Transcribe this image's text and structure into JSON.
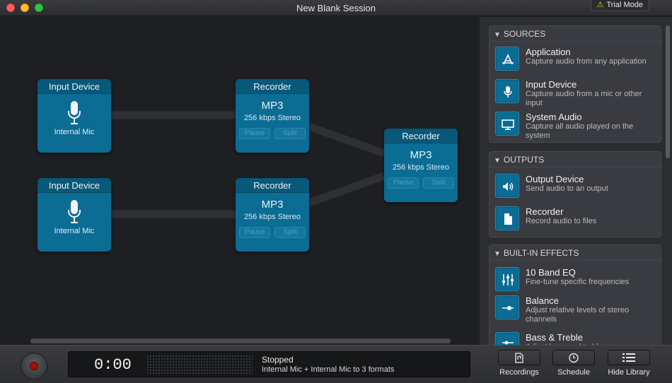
{
  "window": {
    "title": "New Blank Session",
    "trial_badge": "Trial Mode"
  },
  "canvas": {
    "nodes": {
      "input1": {
        "header": "Input Device",
        "label": "Internal Mic"
      },
      "input2": {
        "header": "Input Device",
        "label": "Internal Mic"
      },
      "recorder1": {
        "header": "Recorder",
        "format": "MP3",
        "bitrate": "256 kbps Stereo",
        "pause": "Pause",
        "split": "Split"
      },
      "recorder2": {
        "header": "Recorder",
        "format": "MP3",
        "bitrate": "256 kbps Stereo",
        "pause": "Pause",
        "split": "Split"
      },
      "recorder3": {
        "header": "Recorder",
        "format": "MP3",
        "bitrate": "256 kbps Stereo",
        "pause": "Pause",
        "split": "Split"
      }
    }
  },
  "library": {
    "sources": {
      "title": "SOURCES",
      "items": [
        {
          "title": "Application",
          "desc": "Capture audio from any application",
          "icon": "app-store-icon"
        },
        {
          "title": "Input Device",
          "desc": "Capture audio from a mic or other input",
          "icon": "microphone-icon"
        },
        {
          "title": "System Audio",
          "desc": "Capture all audio played on the system",
          "icon": "monitor-icon"
        }
      ]
    },
    "outputs": {
      "title": "OUTPUTS",
      "items": [
        {
          "title": "Output Device",
          "desc": "Send audio to an output",
          "icon": "speaker-icon"
        },
        {
          "title": "Recorder",
          "desc": "Record audio to files",
          "icon": "document-icon"
        }
      ]
    },
    "effects": {
      "title": "BUILT-IN EFFECTS",
      "items": [
        {
          "title": "10 Band EQ",
          "desc": "Fine-tune specific frequencies",
          "icon": "eq-sliders-icon"
        },
        {
          "title": "Balance",
          "desc": "Adjust relative levels of stereo channels",
          "icon": "balance-slider-icon"
        },
        {
          "title": "Bass & Treble",
          "desc": "Adjust bass and treble",
          "icon": "bass-treble-icon"
        }
      ]
    }
  },
  "transport": {
    "time": "0:00",
    "status": "Stopped",
    "details": "Internal Mic + Internal Mic to 3 formats",
    "buttons": {
      "recordings": "Recordings",
      "schedule": "Schedule",
      "hide_library": "Hide Library"
    }
  },
  "colors": {
    "node_fill": "#0b6c94",
    "node_header": "#075879",
    "record_dot": "#a10f0f",
    "trial_warning": "#f3c620"
  }
}
